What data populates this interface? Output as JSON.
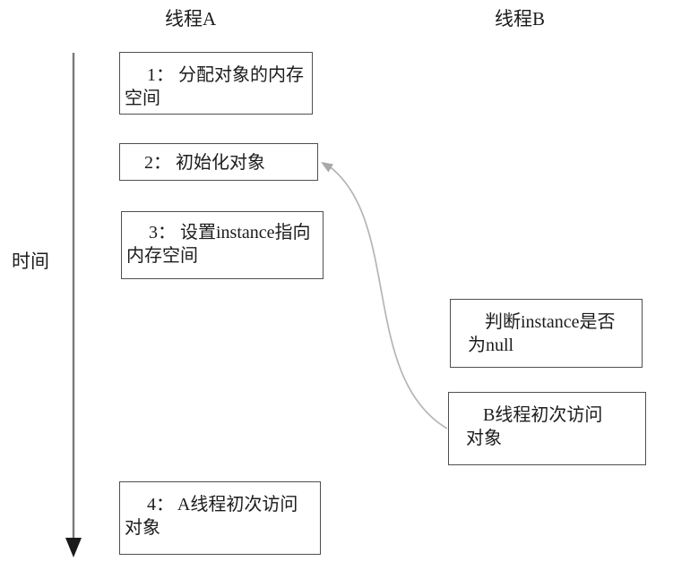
{
  "headers": {
    "thread_a": "线程A",
    "thread_b": "线程B"
  },
  "time_axis": {
    "label": "时间"
  },
  "thread_a_steps": [
    {
      "lines": [
        "1： 分配对象的内存",
        "空间"
      ]
    },
    {
      "lines": [
        "2： 初始化对象",
        ""
      ]
    },
    {
      "lines": [
        "3： 设置instance指向",
        "内存空间"
      ]
    },
    {
      "lines": [
        "4： A线程初次访问",
        "对象"
      ]
    }
  ],
  "thread_b_steps": [
    {
      "lines": [
        "判断instance是否",
        "为null"
      ]
    },
    {
      "lines": [
        "B线程初次访问",
        "对象"
      ]
    }
  ],
  "arrow": {
    "from": "B线程初次访问对象",
    "to": "2： 初始化对象"
  },
  "colors": {
    "background": "#ffffff",
    "box_border": "#4f4f4f",
    "text": "#1c1c1c",
    "time_axis_line": "#7a7a7a",
    "time_axis_arrowhead": "#1a1a1a",
    "curve_arrow": "#b5b5b5",
    "curve_arrowhead": "#a9a9a9"
  }
}
